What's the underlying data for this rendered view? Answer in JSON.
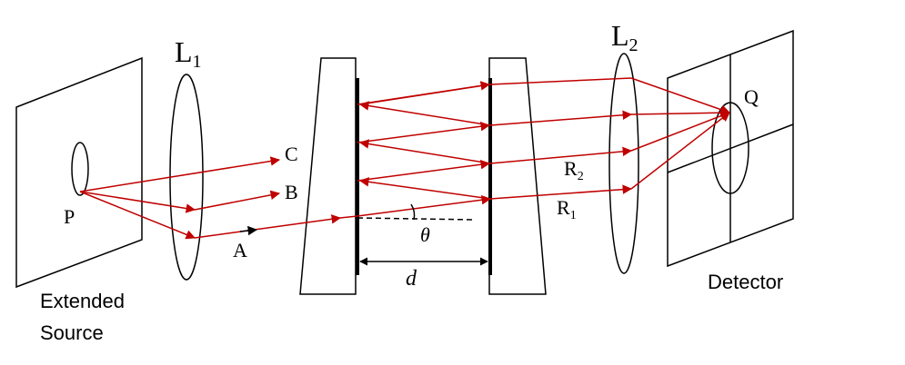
{
  "labels": {
    "lens1": "L",
    "lens1_sub": "1",
    "lens2": "L",
    "lens2_sub": "2",
    "point_p": "P",
    "point_q": "Q",
    "ray_a": "A",
    "ray_b": "B",
    "ray_c": "C",
    "ray_r1": "R",
    "ray_r1_sub": "1",
    "ray_r2": "R",
    "ray_r2_sub": "2",
    "theta": "θ",
    "spacing_d": "d",
    "source_line1": "Extended",
    "source_line2": "Source",
    "detector": "Detector"
  },
  "colors": {
    "ray": "#c00000",
    "outline": "#000000"
  }
}
